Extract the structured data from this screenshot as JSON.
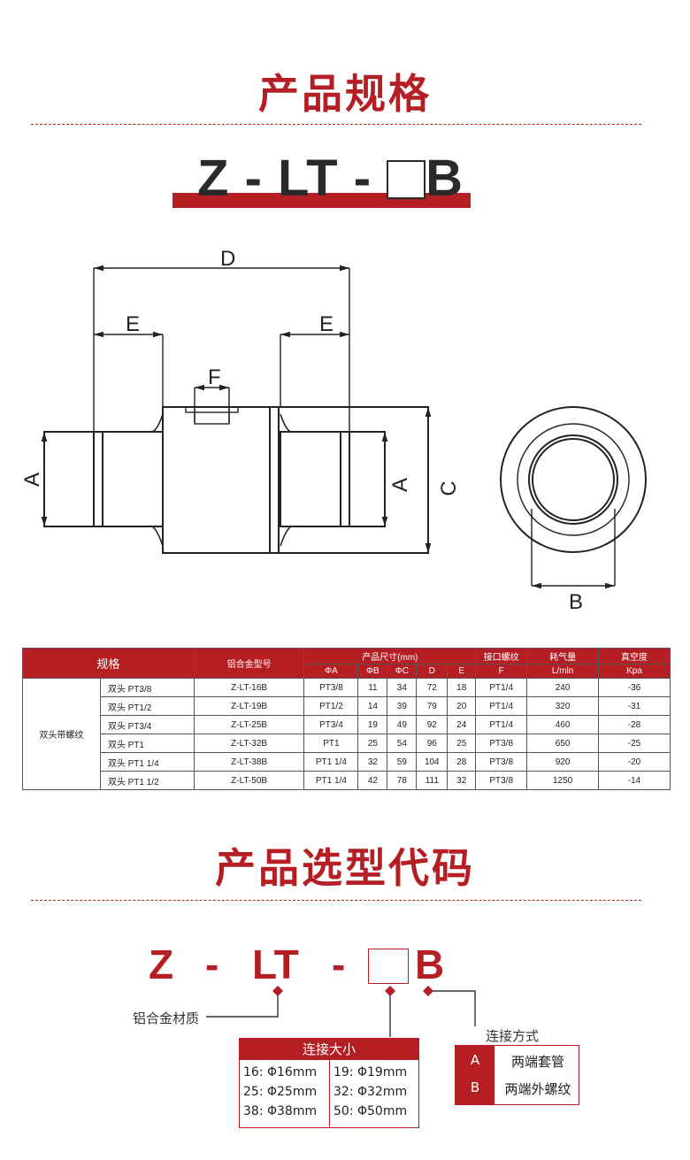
{
  "spec_section": {
    "title": "产品规格",
    "model_banner": {
      "z": "Z",
      "dash1": "-",
      "lt": "LT",
      "dash2": "-",
      "b": "B"
    }
  },
  "drawing": {
    "labels": {
      "d": "D",
      "e_left": "E",
      "e_right": "E",
      "f": "F",
      "a_left": "A",
      "a_right": "A",
      "c": "C",
      "b": "B"
    }
  },
  "table": {
    "header": {
      "spec": "规格",
      "model": "铝合金型号",
      "size_group": "产品尺寸(mm)",
      "thread_group": "接口螺纹",
      "air_group": "耗气量",
      "vacuum_group": "真空度",
      "phi_a": "ΦA",
      "phi_b": "ΦB",
      "phi_c": "ΦC",
      "d": "D",
      "e": "E",
      "f": "F",
      "air_unit": "L/mln",
      "vacuum_unit": "Kpa"
    },
    "group_label": "双头带螺纹",
    "rows": [
      {
        "spec": "双头 PT3/8",
        "model": "Z-LT-16B",
        "a": "PT3/8",
        "b": "11",
        "c": "34",
        "d": "72",
        "e": "18",
        "f": "PT1/4",
        "air": "240",
        "vac": "-36"
      },
      {
        "spec": "双头 PT1/2",
        "model": "Z-LT-19B",
        "a": "PT1/2",
        "b": "14",
        "c": "39",
        "d": "79",
        "e": "20",
        "f": "PT1/4",
        "air": "320",
        "vac": "-31"
      },
      {
        "spec": "双头 PT3/4",
        "model": "Z-LT-25B",
        "a": "PT3/4",
        "b": "19",
        "c": "49",
        "d": "92",
        "e": "24",
        "f": "PT1/4",
        "air": "460",
        "vac": "-28"
      },
      {
        "spec": "双头 PT1",
        "model": "Z-LT-32B",
        "a": "PT1",
        "b": "25",
        "c": "54",
        "d": "96",
        "e": "25",
        "f": "PT3/8",
        "air": "650",
        "vac": "-25"
      },
      {
        "spec": "双头 PT1 1/4",
        "model": "Z-LT-38B",
        "a": "PT1 1/4",
        "b": "32",
        "c": "59",
        "d": "104",
        "e": "28",
        "f": "PT3/8",
        "air": "920",
        "vac": "-20"
      },
      {
        "spec": "双头 PT1 1/2",
        "model": "Z-LT-50B",
        "a": "PT1 1/4",
        "b": "42",
        "c": "78",
        "d": "111",
        "e": "32",
        "f": "PT3/8",
        "air": "1250",
        "vac": "-14"
      }
    ]
  },
  "code_section": {
    "title": "产品选型代码",
    "code": {
      "z": "Z",
      "dash1": "-",
      "lt": "LT",
      "dash2": "-",
      "b": "B"
    },
    "material_label": "铝合金材质",
    "size_box": {
      "title": "连接大小",
      "items": [
        "16: Φ16mm",
        "19: Φ19mm",
        "25: Φ25mm",
        "32: Φ32mm",
        "38: Φ38mm",
        "50: Φ50mm"
      ]
    },
    "connection": {
      "title": "连接方式",
      "options": [
        {
          "code": "A",
          "label": "两端套管"
        },
        {
          "code": "B",
          "label": "两端外螺纹"
        }
      ]
    }
  },
  "colors": {
    "accent": "#b51f24",
    "text": "#222222"
  }
}
